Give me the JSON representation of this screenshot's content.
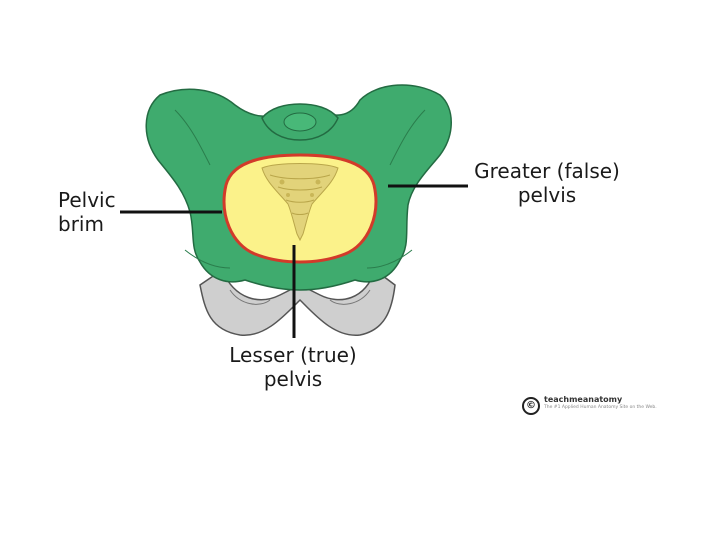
{
  "labels": {
    "pelvic_brim": [
      "Pelvic",
      "brim"
    ],
    "greater_pelvis": [
      "Greater (false)",
      "pelvis"
    ],
    "lesser_pelvis": [
      "Lesser (true)",
      "pelvis"
    ]
  },
  "logo": {
    "symbol": "©",
    "name": "teachmeanatomy",
    "tagline": "The #1 Applied Human Anatomy Site on the Web."
  },
  "colors": {
    "bone_green": "#3fab6e",
    "bone_green_dark": "#2e8a55",
    "inlet_fill": "#fbf28a",
    "brim_outline": "#d23a2a",
    "sacrum_yellow": "#e2d37a",
    "lower_bone_gray": "#cfcfcf",
    "pointer_line": "#111111"
  }
}
